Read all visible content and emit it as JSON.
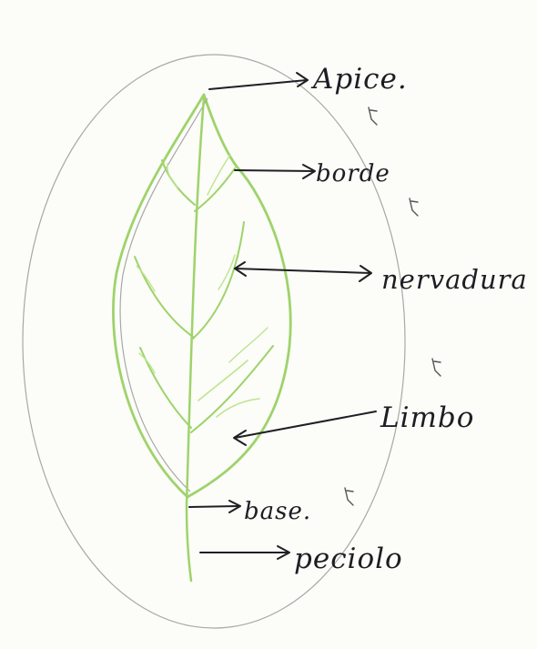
{
  "labels": {
    "apice": "Apice.",
    "borde": "borde",
    "nervadura": "nervadura",
    "limbo": "Limbo",
    "base": "base.",
    "peciolo": "peciolo"
  },
  "colors": {
    "leaf_green": "#9ed36b",
    "ink": "#1f1f25",
    "pencil": "#a8a8a8"
  }
}
